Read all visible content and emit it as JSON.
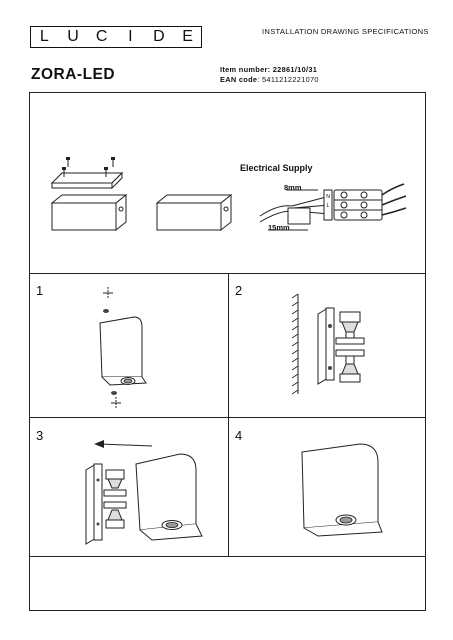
{
  "header": {
    "brand_letters": [
      "L",
      "U",
      "C",
      "I",
      "D",
      "E"
    ],
    "doc_type": "INSTALLATION DRAWING SPECIFICATIONS",
    "product_name": "ZORA-LED",
    "item_number_label": "Item number: 22861/10/31",
    "ean_label": "EAN code",
    "ean_value": ": 5411212221070"
  },
  "electrical": {
    "title": "Electrical Supply",
    "strip_length": "8mm",
    "wire_length": "15mm"
  },
  "steps": [
    "1",
    "2",
    "3",
    "4"
  ]
}
